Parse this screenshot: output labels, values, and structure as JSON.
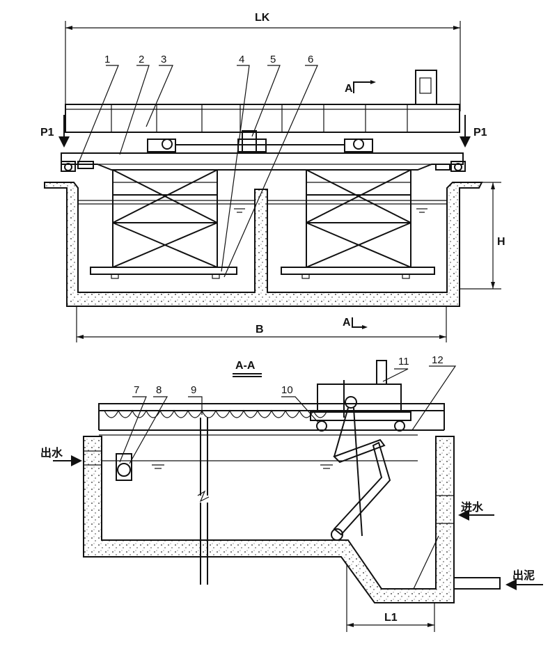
{
  "top_view": {
    "dim_length": "LK",
    "dim_width": "B",
    "dim_height": "H",
    "load_left": "P1",
    "load_right": "P1",
    "section_mark_top": "A",
    "section_mark_bottom": "A",
    "callouts": [
      "1",
      "2",
      "3",
      "4",
      "5",
      "6"
    ]
  },
  "section_view": {
    "title": "A-A",
    "callouts": [
      "7",
      "8",
      "9",
      "10",
      "11",
      "12"
    ],
    "outlet_water": "出水",
    "inlet_water": "进水",
    "outlet_sludge": "出泥",
    "dim_l1": "L1"
  }
}
